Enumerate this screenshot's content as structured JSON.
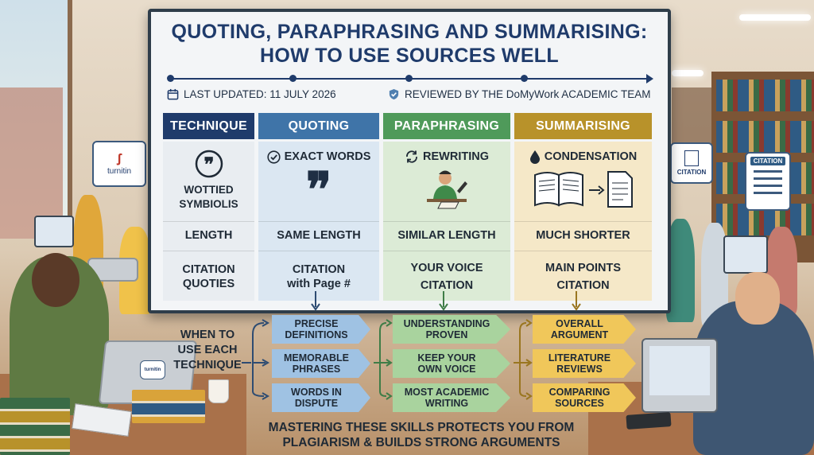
{
  "title_line1": "QUOTING, PARAPHRASING AND SUMMARISING:",
  "title_line2": "HOW TO USE SOURCES WELL",
  "meta": {
    "updated": "LAST UPDATED: 11 JULY 2026",
    "reviewed": "REVIEWED BY THE DoMyWork ACADEMIC TEAM"
  },
  "colors": {
    "navy": "#1f3b6b",
    "quoting": "#3f74a8",
    "paraphrasing": "#4f9a5a",
    "summarising": "#b8922a",
    "quoting_bg": "#dbe7f2",
    "paraphrasing_bg": "#dcebd6",
    "summarising_bg": "#f5e8c8"
  },
  "table": {
    "headers": {
      "technique": "TECHNIQUE",
      "quoting": "QUOTING",
      "paraphrasing": "PARAPHRASING",
      "summarising": "SUMMARISING"
    },
    "technique": {
      "row1_l1": "WOTTIED",
      "row1_l2": "SYMBIOLIS",
      "row2": "LENGTH",
      "row3_l1": "CITATION",
      "row3_l2": "QUOTIES"
    },
    "quoting": {
      "row1": "EXACT WORDS",
      "row2": "SAME LENGTH",
      "row3_l1": "CITATION",
      "row3_l2": "with Page #"
    },
    "paraphrasing": {
      "row1": "REWRITING",
      "row2": "SIMILAR LENGTH",
      "row3_l1": "YOUR VOICE",
      "row3_l2": "CITATION"
    },
    "summarising": {
      "row1": "CONDENSATION",
      "row2": "MUCH SHORTER",
      "row3_l1": "MAIN POINTS",
      "row3_l2": "CITATION"
    }
  },
  "flow": {
    "label_l1": "WHEN TO",
    "label_l2": "USE EACH",
    "label_l3": "TECHNIQUE",
    "quoting": [
      {
        "l1": "PRECISE",
        "l2": "DEFINITIONS"
      },
      {
        "l1": "MEMORABLE",
        "l2": "PHRASES"
      },
      {
        "l1": "WORDS IN",
        "l2": "DISPUTE"
      }
    ],
    "paraphrasing": [
      {
        "l1": "UNDERSTANDING",
        "l2": "PROVEN"
      },
      {
        "l1": "KEEP YOUR",
        "l2": "OWN VOICE"
      },
      {
        "l1": "MOST ACADEMIC",
        "l2": "WRITING"
      }
    ],
    "summarising": [
      {
        "l1": "OVERALL",
        "l2": "ARGUMENT"
      },
      {
        "l1": "LITERATURE",
        "l2": "REVIEWS"
      },
      {
        "l1": "COMPARING",
        "l2": "SOURCES"
      }
    ]
  },
  "footer_l1": "MASTERING THESE SKILLS PROTECTS YOU FROM",
  "footer_l2": "PLAGIARISM & BUILDS STRONG ARGUMENTS",
  "badges": {
    "turnitin": "turnitin",
    "citation_small": "CITATION",
    "citation_large": "CITATION",
    "laptop_sticker": "turnitin"
  }
}
